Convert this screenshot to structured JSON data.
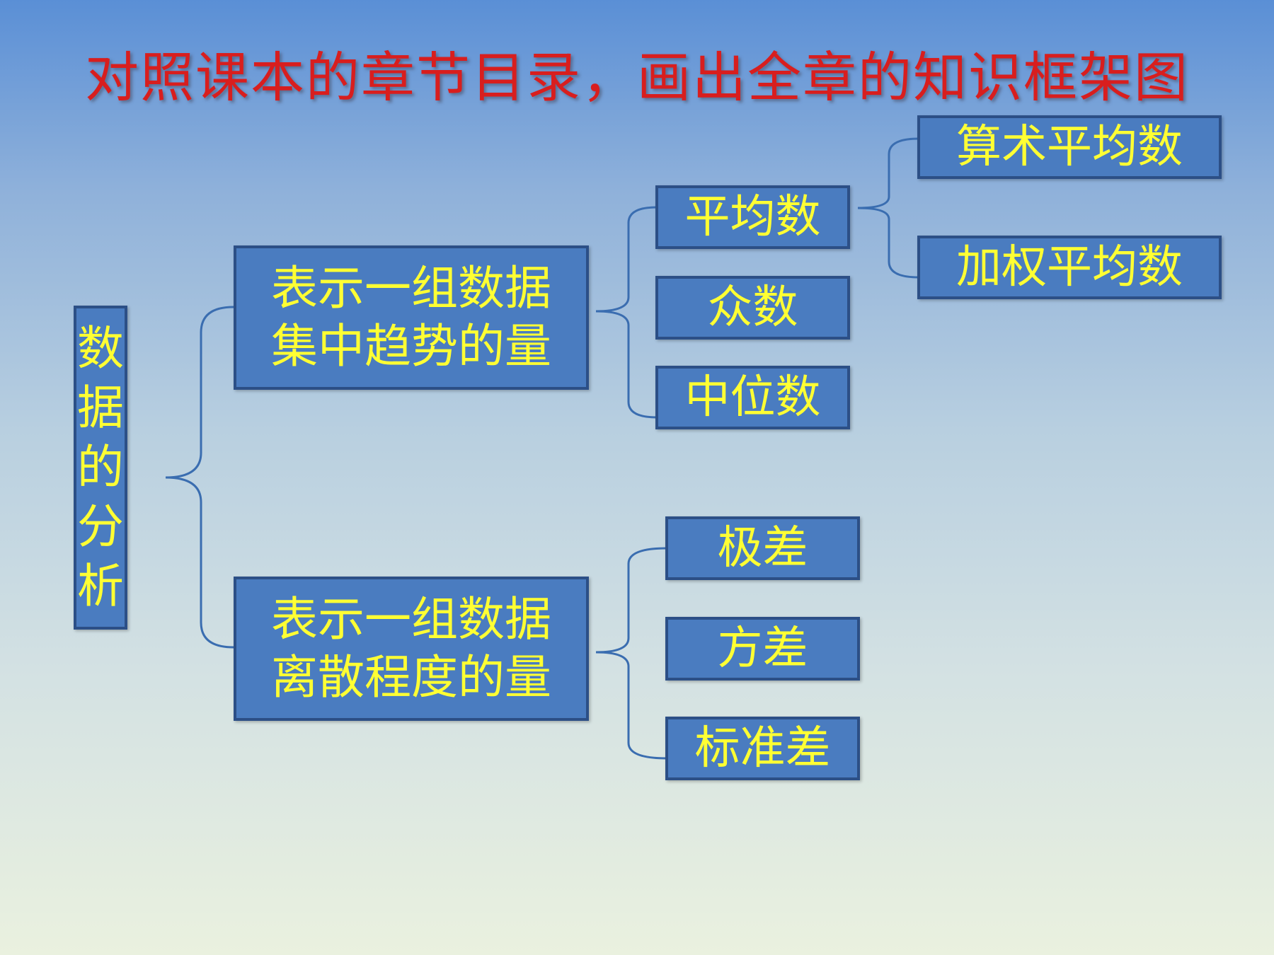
{
  "title": "对照课本的章节目录，画出全章的知识框架图",
  "root": {
    "chars": [
      "数",
      "据",
      "的",
      "分",
      "析"
    ]
  },
  "groups": [
    {
      "lines": [
        "表示一组数据",
        "集中趋势的量"
      ],
      "items": [
        "平均数",
        "众数",
        "中位数"
      ],
      "sub": {
        "parent": "平均数",
        "items": [
          "算术平均数",
          "加权平均数"
        ]
      }
    },
    {
      "lines": [
        "表示一组数据",
        "离散程度的量"
      ],
      "items": [
        "极差",
        "方差",
        "标准差"
      ]
    }
  ],
  "colors": {
    "box_fill": "#4a7cc0",
    "box_border": "#2c4f86",
    "box_text": "#ffff33",
    "title_text": "#d81e1e",
    "connector": "#3a6db0"
  }
}
